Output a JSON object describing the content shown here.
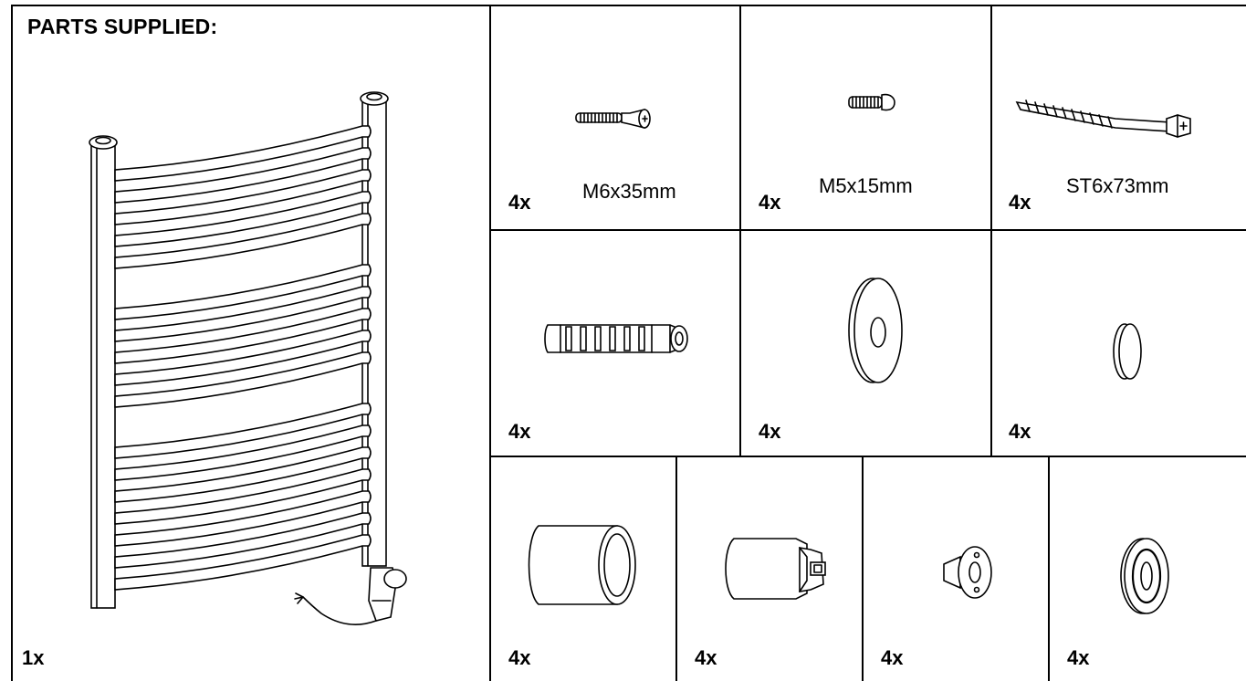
{
  "title": "PARTS SUPPLIED:",
  "towel_rail": {
    "qty": "1x"
  },
  "row1": [
    {
      "qty": "4x",
      "size": "M6x35mm",
      "icon": "countersunk-screw-icon"
    },
    {
      "qty": "4x",
      "size": "M5x15mm",
      "icon": "button-head-screw-icon"
    },
    {
      "qty": "4x",
      "size": "ST6x73mm",
      "icon": "wood-screw-icon"
    }
  ],
  "row2": [
    {
      "qty": "4x",
      "icon": "wall-plug-icon"
    },
    {
      "qty": "4x",
      "icon": "flat-washer-icon"
    },
    {
      "qty": "4x",
      "icon": "cap-disc-icon"
    }
  ],
  "row3": [
    {
      "qty": "4x",
      "icon": "spacer-sleeve-icon"
    },
    {
      "qty": "4x",
      "icon": "bracket-sleeve-icon"
    },
    {
      "qty": "4x",
      "icon": "mounting-adapter-icon"
    },
    {
      "qty": "4x",
      "icon": "oval-cover-icon"
    }
  ]
}
